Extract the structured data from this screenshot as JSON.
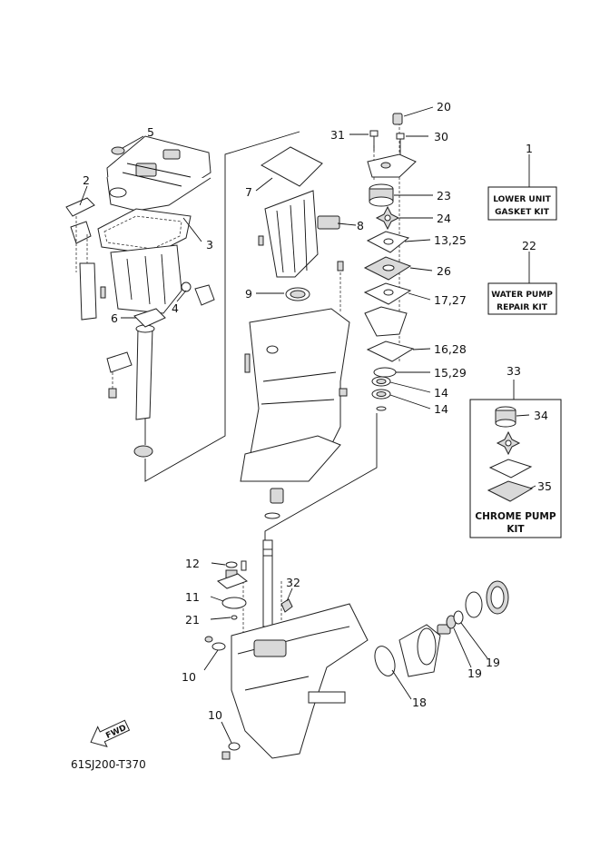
{
  "callouts": {
    "c1": "1",
    "c2": "2",
    "c3": "3",
    "c4": "4",
    "c5": "5",
    "c6": "6",
    "c7": "7",
    "c8": "8",
    "c9": "9",
    "c10a": "10",
    "c10b": "10",
    "c11": "11",
    "c12": "12",
    "c13_25": "13,25",
    "c14a": "14",
    "c14b": "14",
    "c15_29": "15,29",
    "c16_28": "16,28",
    "c17_27": "17,27",
    "c18": "18",
    "c19a": "19",
    "c19b": "19",
    "c20": "20",
    "c21": "21",
    "c22": "22",
    "c23": "23",
    "c24": "24",
    "c26": "26",
    "c30": "30",
    "c31": "31",
    "c32": "32",
    "c33": "33",
    "c34": "34",
    "c35": "35"
  },
  "kits": {
    "lower_unit_line1": "LOWER UNIT",
    "lower_unit_line2": "GASKET KIT",
    "water_pump_line1": "WATER PUMP",
    "water_pump_line2": "REPAIR KIT",
    "chrome_line1": "CHROME PUMP",
    "chrome_line2": "KIT"
  },
  "fwd_label": "FWD",
  "figure_code": "61SJ200-T370"
}
